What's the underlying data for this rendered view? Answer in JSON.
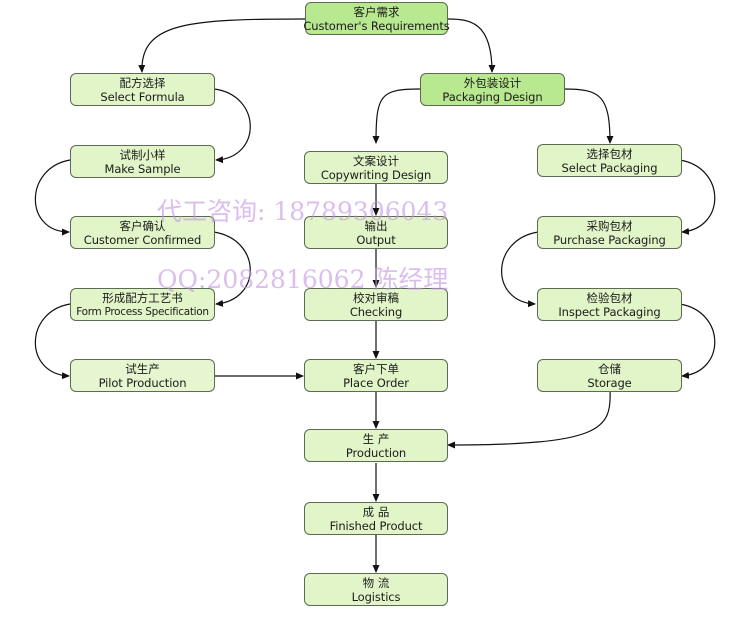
{
  "nodes": {
    "customer_requirements": {
      "zh": "客户需求",
      "en": "Customer's Requirements"
    },
    "select_formula": {
      "zh": "配方选择",
      "en": "Select Formula"
    },
    "packaging_design": {
      "zh": "外包装设计",
      "en": "Packaging Design"
    },
    "make_sample": {
      "zh": "试制小样",
      "en": "Make Sample"
    },
    "copywriting_design": {
      "zh": "文案设计",
      "en": "Copywriting Design"
    },
    "select_packaging": {
      "zh": "选择包材",
      "en": "Select Packaging"
    },
    "customer_confirmed": {
      "zh": "客户确认",
      "en": "Customer Confirmed"
    },
    "output": {
      "zh": "输出",
      "en": "Output"
    },
    "purchase_packaging": {
      "zh": "采购包材",
      "en": "Purchase Packaging"
    },
    "form_process_specification": {
      "zh": "形成配方工艺书",
      "en": "Form Process Specification"
    },
    "checking": {
      "zh": "校对审稿",
      "en": "Checking"
    },
    "inspect_packaging": {
      "zh": "检验包材",
      "en": "Inspect Packaging"
    },
    "pilot_production": {
      "zh": "试生产",
      "en": "Pilot Production"
    },
    "place_order": {
      "zh": "客户下单",
      "en": "Place Order"
    },
    "storage": {
      "zh": "仓储",
      "en": "Storage"
    },
    "production": {
      "zh": "生 产",
      "en": "Production"
    },
    "finished_product": {
      "zh": "成 品",
      "en": "Finished Product"
    },
    "logistics": {
      "zh": "物 流",
      "en": "Logistics"
    }
  },
  "watermark": {
    "line1": "代工咨询: 18789306043",
    "line2": "QQ:2082816062  陈经理"
  },
  "colors": {
    "node_fill": "#e2f5c8",
    "node_fill_highlight": "#b8e890",
    "node_border": "#5d6b52",
    "arrow": "#111111",
    "watermark": "#c496e2"
  }
}
